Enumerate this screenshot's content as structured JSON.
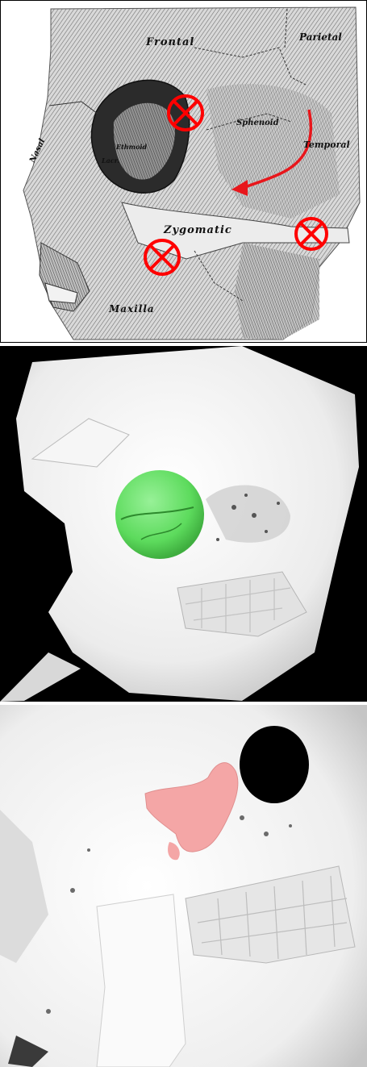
{
  "panels": {
    "anatomy": {
      "labels": {
        "frontal": "Frontal",
        "parietal": "Parietal",
        "sphenoid": "Sphenoid",
        "temporal": "Temporal",
        "ethmoid": "Ethmoid",
        "lacrimal": "Lacr.",
        "nasal": "Nasal",
        "zygomatic": "Zygomatic",
        "maxilla": "Maxilla"
      },
      "markers": [
        "cut-point",
        "cut-point",
        "cut-point"
      ],
      "arrow_color": "#e8161b",
      "marker_color": "#ff0000"
    },
    "ct_sphere": {
      "background": "#000000",
      "sphere_color": "#4fd84f"
    },
    "ct_segmented": {
      "background": "#000000",
      "segment_color": "#f4a6a6"
    }
  }
}
